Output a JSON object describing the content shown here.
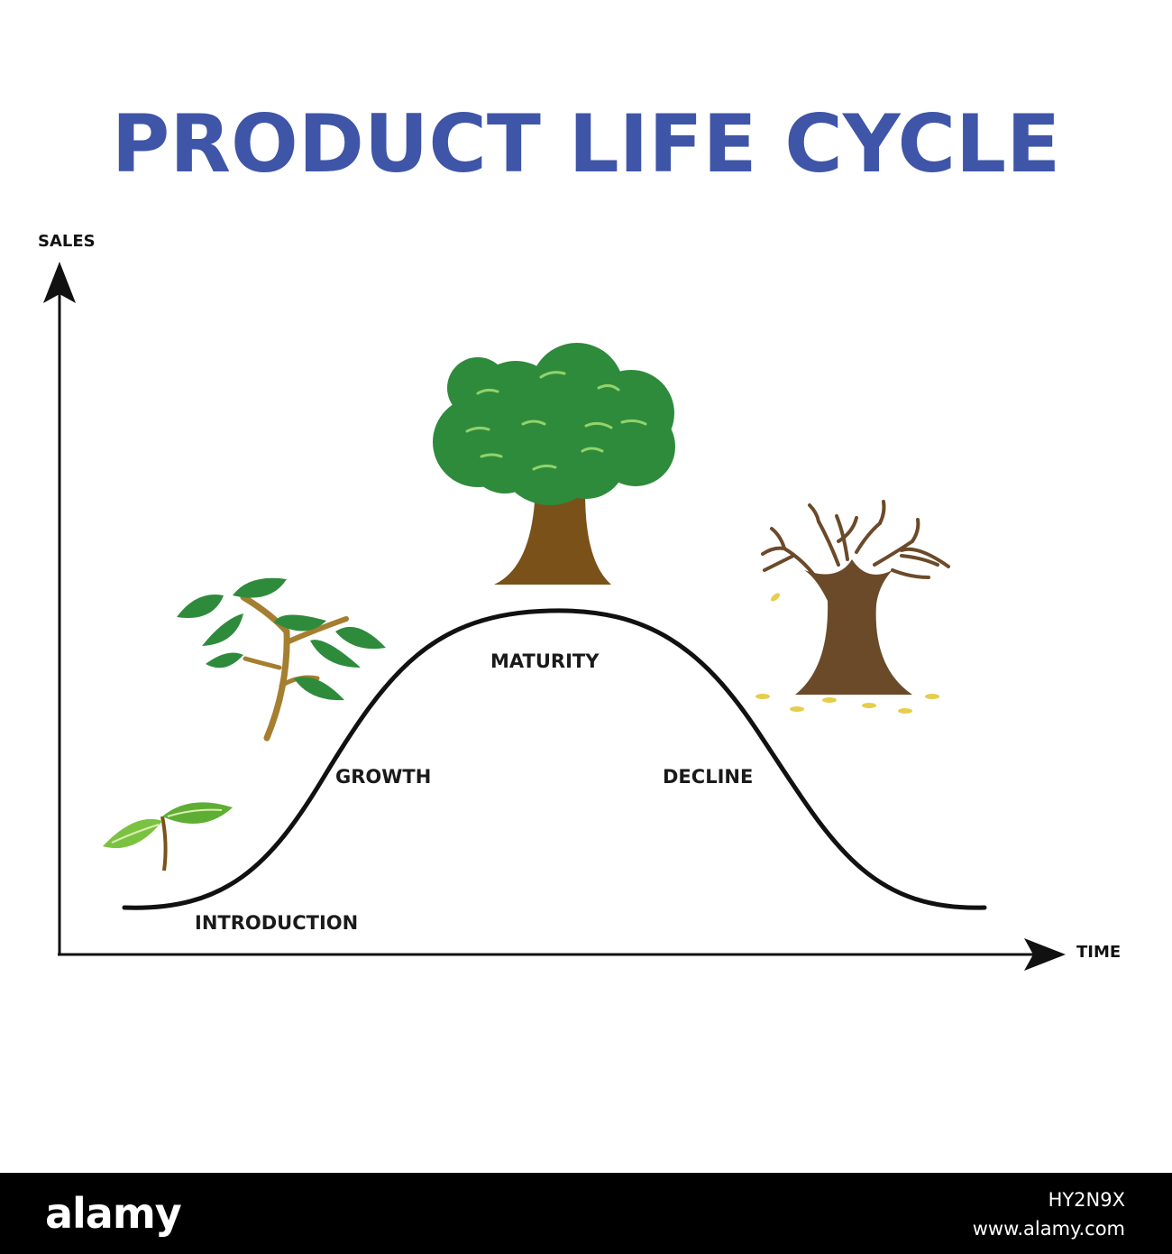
{
  "title": "PRODUCT LIFE CYCLE",
  "axes": {
    "y_label": "SALES",
    "x_label": "TIME"
  },
  "stages": {
    "introduction": "INTRODUCTION",
    "growth": "GROWTH",
    "maturity": "MATURITY",
    "decline": "DECLINE"
  },
  "illustrations": {
    "introduction": "sprout-icon",
    "growth": "young-branch-icon",
    "maturity": "full-tree-icon",
    "decline": "bare-tree-icon"
  },
  "colors": {
    "title": "#3f55a8",
    "leaf_dark": "#2e8b3c",
    "leaf_light": "#7cc242",
    "trunk": "#7a5118",
    "bare_trunk": "#6b4a2a",
    "fallen_leaf": "#e6cd4a"
  },
  "footer": {
    "brand": "alamy",
    "image_id": "HY2N9X",
    "site": "www.alamy.com"
  }
}
